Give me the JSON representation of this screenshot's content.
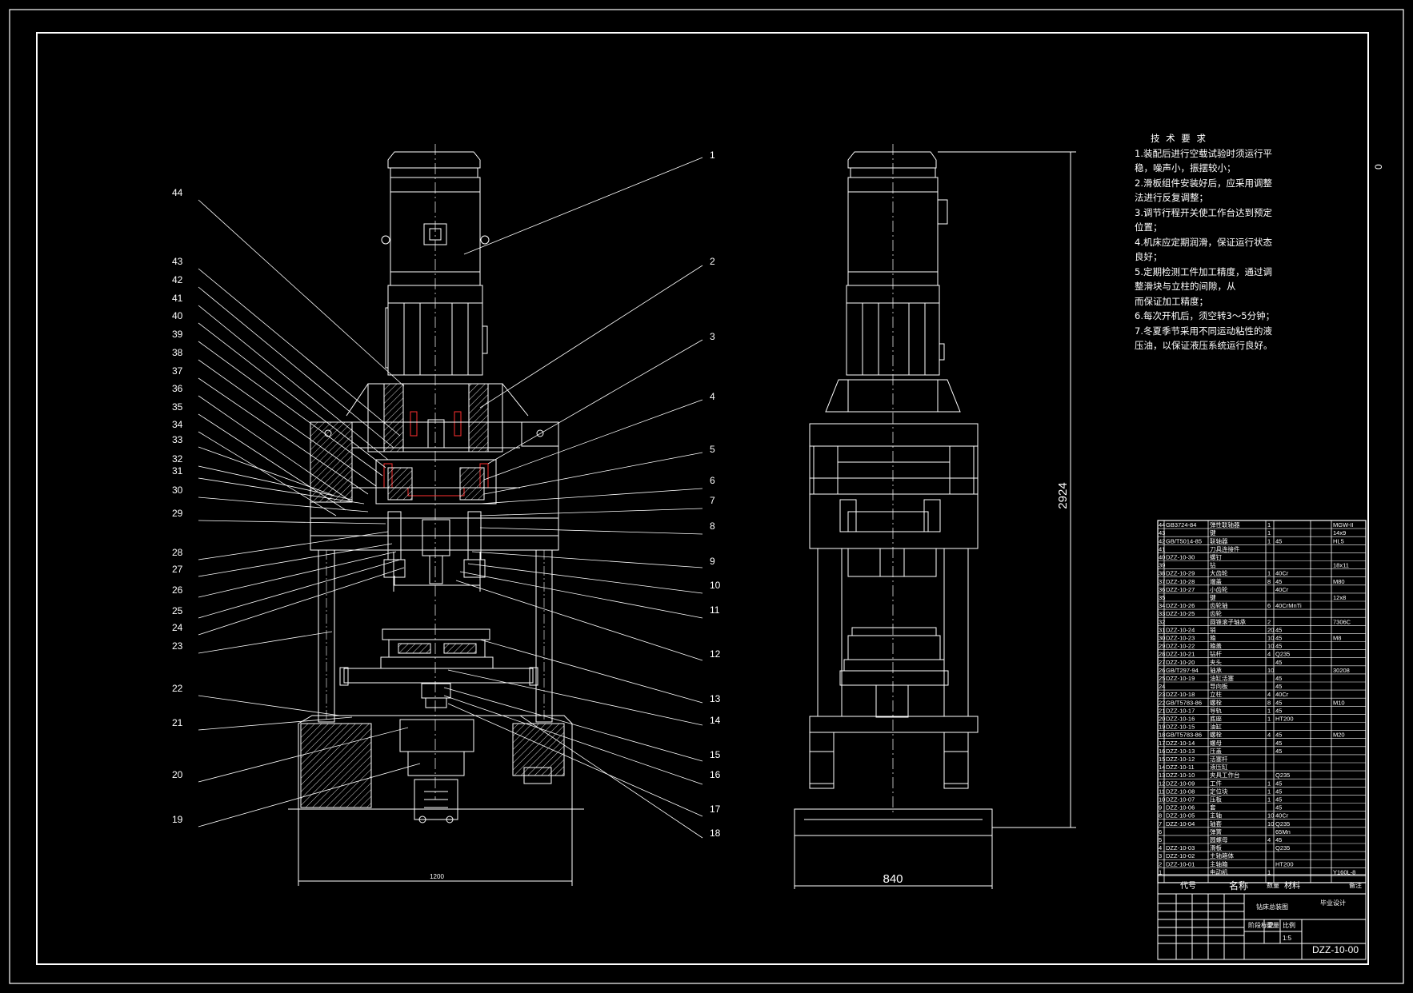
{
  "drawing": {
    "overall_height_dim": "2924",
    "overall_width_dim": "840",
    "base_width_dim": "1200",
    "drawing_no": "DZZ-10-00",
    "corner_mark": "0",
    "title_cell": "钻床总装图",
    "designer_cell": "毕业设计",
    "scale": "1:5",
    "sheet_marks": [
      "阶段标记",
      "重量",
      "比例"
    ]
  },
  "tech_requirements": {
    "title": "技 术 要 求",
    "items": [
      "1.装配后进行空载试验时须运行平稳，噪声小，振摆较小；",
      "2.滑板组件安装好后，应采用调整法进行反复调整；",
      "3.调节行程开关使工作台达到预定位置；",
      "4.机床应定期润滑，保证运行状态良好；",
      "5.定期检测工件加工精度，通过调整滑块与立柱的间隙，从",
      "   而保证加工精度；",
      "6.每次开机后，须空转3～5分钟；",
      "7.冬夏季节采用不同运动粘性的液压油，以保证液压系统运行良好。"
    ]
  },
  "balloons_left": [
    "44",
    "43",
    "42",
    "41",
    "40",
    "39",
    "38",
    "37",
    "36",
    "35",
    "34",
    "33",
    "32",
    "31",
    "30",
    "29",
    "28",
    "27",
    "26",
    "25",
    "24",
    "23",
    "22",
    "21",
    "20",
    "19"
  ],
  "balloons_right": [
    "1",
    "2",
    "3",
    "4",
    "5",
    "6",
    "7",
    "8",
    "9",
    "10",
    "11",
    "12",
    "13",
    "14",
    "15",
    "16",
    "17",
    "18"
  ],
  "bom": {
    "header": [
      "代号",
      "名称",
      "数量",
      "材料",
      "",
      "备注"
    ],
    "rows": [
      [
        "44",
        "GB3724-84",
        "弹性联轴器",
        "1",
        "",
        "",
        "MGW-II"
      ],
      [
        "43",
        "",
        "键",
        "1",
        "",
        "",
        "14x9"
      ],
      [
        "42",
        "GB/T5014-85",
        "联轴器",
        "1",
        "45",
        "",
        "HL5"
      ],
      [
        "41",
        "",
        "刀具连接件",
        "",
        "",
        "",
        ""
      ],
      [
        "40",
        "DZZ-10-30",
        "螺钉",
        "",
        "",
        "",
        ""
      ],
      [
        "39",
        "",
        "钻",
        "",
        "",
        "",
        "18x11"
      ],
      [
        "38",
        "DZZ-10-29",
        "大齿轮",
        "1",
        "40Cr",
        "",
        ""
      ],
      [
        "37",
        "DZZ-10-28",
        "端盖",
        "8",
        "45",
        "",
        "M80"
      ],
      [
        "36",
        "DZZ-10-27",
        "小齿轮",
        "",
        "40Cr",
        "",
        ""
      ],
      [
        "35",
        "",
        "键",
        "",
        "",
        "",
        "12x8"
      ],
      [
        "34",
        "DZZ-10-26",
        "齿轮轴",
        "6",
        "40CrMnTi",
        "",
        ""
      ],
      [
        "33",
        "DZZ-10-25",
        "齿轮",
        "",
        "",
        "",
        ""
      ],
      [
        "32",
        "",
        "圆锥滚子轴承",
        "2",
        "",
        "",
        "7306C"
      ],
      [
        "31",
        "DZZ-10-24",
        "销",
        "20",
        "45",
        "",
        ""
      ],
      [
        "30",
        "DZZ-10-23",
        "箱",
        "10",
        "45",
        "",
        "M8"
      ],
      [
        "29",
        "DZZ-10-22",
        "箱盖",
        "10",
        "45",
        "",
        ""
      ],
      [
        "28",
        "DZZ-10-21",
        "钻杆",
        "4",
        "Q235",
        "",
        ""
      ],
      [
        "27",
        "DZZ-10-20",
        "夹头",
        "",
        "45",
        "",
        ""
      ],
      [
        "26",
        "GB/T297-94",
        "轴承",
        "10",
        "",
        "",
        "30208"
      ],
      [
        "25",
        "DZZ-10-19",
        "油缸活塞",
        "",
        "45",
        "",
        ""
      ],
      [
        "24",
        "",
        "导向板",
        "",
        "45",
        "",
        ""
      ],
      [
        "23",
        "DZZ-10-18",
        "立柱",
        "4",
        "40Cr",
        "",
        ""
      ],
      [
        "22",
        "GB/T5783-86",
        "螺栓",
        "8",
        "45",
        "",
        "M10"
      ],
      [
        "21",
        "DZZ-10-17",
        "导轨",
        "1",
        "45",
        "",
        ""
      ],
      [
        "20",
        "DZZ-10-16",
        "底座",
        "1",
        "HT200",
        "",
        ""
      ],
      [
        "19",
        "DZZ-10-15",
        "油缸",
        "",
        "",
        "",
        ""
      ],
      [
        "18",
        "GB/T5783-86",
        "螺栓",
        "4",
        "45",
        "",
        "M20"
      ],
      [
        "17",
        "DZZ-10-14",
        "螺母",
        "",
        "45",
        "",
        ""
      ],
      [
        "16",
        "DZZ-10-13",
        "压盖",
        "",
        "45",
        "",
        ""
      ],
      [
        "15",
        "DZZ-10-12",
        "活塞杆",
        "",
        "",
        "",
        ""
      ],
      [
        "14",
        "DZZ-10-11",
        "液压缸",
        "",
        "",
        "",
        ""
      ],
      [
        "13",
        "DZZ-10-10",
        "夹具工作台",
        "",
        "Q235",
        "",
        ""
      ],
      [
        "12",
        "DZZ-10-09",
        "工件",
        "1",
        "45",
        "",
        ""
      ],
      [
        "11",
        "DZZ-10-08",
        "定位块",
        "1",
        "45",
        "",
        ""
      ],
      [
        "10",
        "DZZ-10-07",
        "压板",
        "1",
        "45",
        "",
        ""
      ],
      [
        "9",
        "DZZ-10-06",
        "套",
        "",
        "45",
        "",
        ""
      ],
      [
        "8",
        "DZZ-10-05",
        "主轴",
        "10",
        "40Cr",
        "",
        ""
      ],
      [
        "7",
        "DZZ-10-04",
        "轴套",
        "10",
        "Q235",
        "",
        ""
      ],
      [
        "6",
        "",
        "弹簧",
        "",
        "65Mn",
        "",
        ""
      ],
      [
        "5",
        "",
        "圆螺母",
        "4",
        "45",
        "",
        ""
      ],
      [
        "4",
        "DZZ-10-03",
        "滑板",
        "",
        "Q235",
        "",
        ""
      ],
      [
        "3",
        "DZZ-10-02",
        "主轴箱体",
        "",
        "",
        "",
        ""
      ],
      [
        "2",
        "DZZ-10-01",
        "主轴箱",
        "",
        "HT200",
        "",
        ""
      ],
      [
        "1",
        "",
        "电动机",
        "1",
        "",
        "",
        "Y160L-8"
      ]
    ]
  },
  "colors": {
    "background": "#000000",
    "line": "#ffffff",
    "red_part": "#ff3030"
  }
}
